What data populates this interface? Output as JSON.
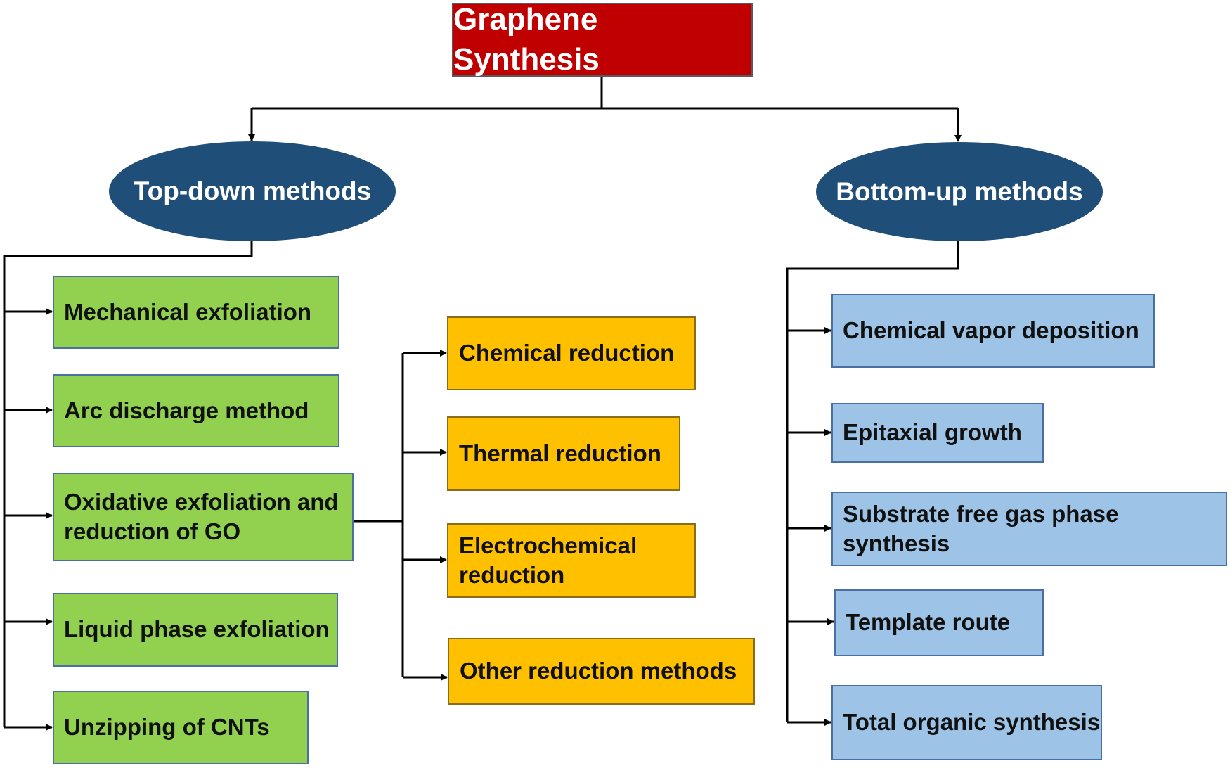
{
  "title": "Graphene Synthesis",
  "top_down": {
    "label": "Top-down methods",
    "methods": [
      "Mechanical exfoliation",
      "Arc discharge method",
      "Oxidative exfoliation and reduction of GO",
      "Liquid phase exfoliation",
      "Unzipping of CNTs"
    ],
    "go_reduction": [
      "Chemical reduction",
      "Thermal reduction",
      "Electrochemical reduction",
      "Other reduction methods"
    ]
  },
  "bottom_up": {
    "label": "Bottom-up methods",
    "methods": [
      "Chemical vapor deposition",
      "Epitaxial growth",
      "Substrate free gas phase synthesis",
      "Template route",
      "Total organic synthesis"
    ]
  },
  "colors": {
    "title_fill": "#c00000",
    "oval_fill": "#1f4e79",
    "top_down_fill": "#92d050",
    "reduction_fill": "#ffc000",
    "bottom_up_fill": "#9dc3e6",
    "connector": "#000000"
  }
}
